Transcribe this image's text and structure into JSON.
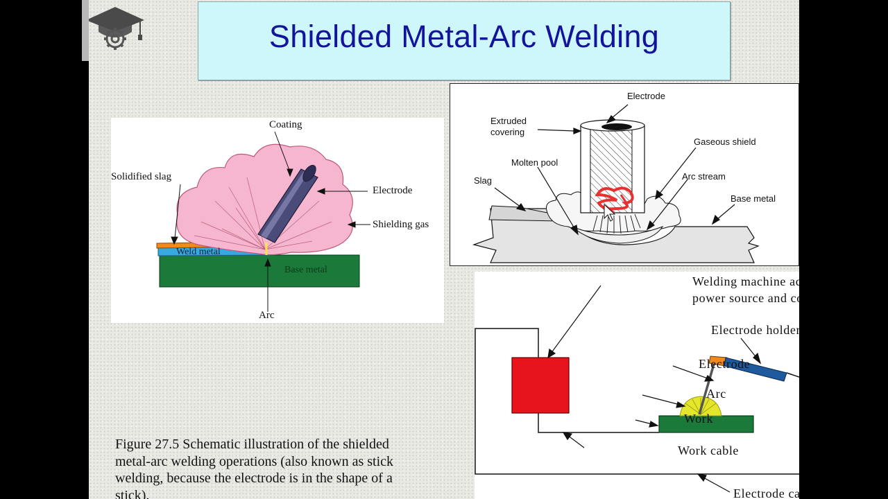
{
  "title": "Shielded Metal-Arc Welding",
  "figure1": {
    "labels": {
      "coating": "Coating",
      "solidified_slag": "Solidified  slag",
      "electrode": "Electrode",
      "shielding_gas": "Shielding  gas",
      "weld_metal": "Weld  metal",
      "base_metal": "Base  metal",
      "arc": "Arc"
    }
  },
  "figure2": {
    "labels": {
      "electrode": "Electrode",
      "extruded_covering_1": "Extruded",
      "extruded_covering_2": "covering",
      "gaseous_shield": "Gaseous shield",
      "molten_pool": "Molten pool",
      "slag": "Slag",
      "arc_stream": "Arc stream",
      "base_metal": "Base metal"
    }
  },
  "figure3": {
    "labels": {
      "welding_machine_1": "Welding  machine  ac  or  dc",
      "welding_machine_2": "power  source  and  controls",
      "electrode_holder": "Electrode  holder",
      "electrode": "Electrode",
      "arc": "Arc",
      "work": "Work",
      "work_cable": "Work  cable",
      "electrode_cable": "Electrode  cable"
    }
  },
  "caption": {
    "line1": "Figure 27.5  Schematic illustration of the shielded",
    "line2": "metal-arc welding operations (also known as stick",
    "line3": "welding, because the electrode is in the shape of a",
    "line4": "stick)."
  },
  "colors": {
    "title_text": "#14149a",
    "title_bg": "#cdf7fb",
    "coating_pink": "#f7b6cf",
    "weld_metal_blue": "#35a9e0",
    "base_metal_green": "#1b7a3a",
    "slag_orange": "#f08a1e",
    "machine_red": "#e8141b",
    "holder_blue": "#1f5a9e",
    "arc_yellow": "#e3e62a",
    "scribble_red": "#e83030"
  }
}
